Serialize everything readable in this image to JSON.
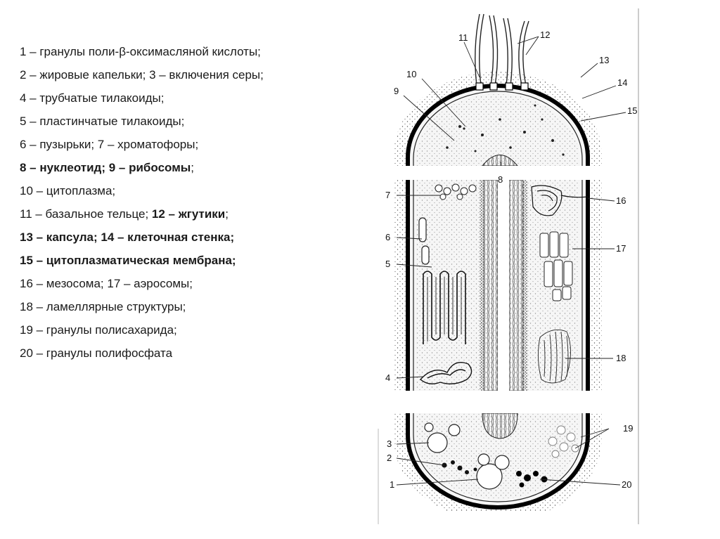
{
  "legend": [
    {
      "parts": [
        {
          "text": "1 – гранулы поли-β-оксимасляной кислоты;",
          "bold": false
        }
      ]
    },
    {
      "parts": [
        {
          "text": "2 – жировые капельки; 3 – включения серы;",
          "bold": false
        }
      ]
    },
    {
      "parts": [
        {
          "text": "4 –  трубчатые тилакоиды;",
          "bold": false
        }
      ]
    },
    {
      "parts": [
        {
          "text": " 5 – пластинчатые тилакоиды;",
          "bold": false
        }
      ]
    },
    {
      "parts": [
        {
          "text": "6 – пузырьки; 7 – хроматофоры;",
          "bold": false
        }
      ]
    },
    {
      "parts": [
        {
          "text": "8 – нуклеотид; 9 – рибосомы",
          "bold": true
        },
        {
          "text": ";",
          "bold": false
        }
      ]
    },
    {
      "parts": [
        {
          "text": "10 – цитоплазма;",
          "bold": false
        }
      ]
    },
    {
      "parts": [
        {
          "text": "11 – базальное тельце; ",
          "bold": false
        },
        {
          "text": "12 – жгутики",
          "bold": true
        },
        {
          "text": ";",
          "bold": false
        }
      ]
    },
    {
      "parts": [
        {
          "text": "13 – капсула; 14 – клеточная стенка;",
          "bold": true
        }
      ]
    },
    {
      "parts": [
        {
          "text": "15 – цитоплазматическая мембрана;",
          "bold": true
        }
      ]
    },
    {
      "parts": [
        {
          "text": "16 – мезосома; 17 – аэросомы;",
          "bold": false
        }
      ]
    },
    {
      "parts": [
        {
          "text": "18 – ламеллярные структуры;",
          "bold": false
        }
      ]
    },
    {
      "parts": [
        {
          "text": "19 – гранулы полисахарида;",
          "bold": false
        }
      ]
    },
    {
      "parts": [
        {
          "text": "20 – гранулы полифосфата",
          "bold": false
        }
      ]
    }
  ],
  "diagram": {
    "labels": {
      "l1": "1",
      "l2": "2",
      "l3": "3",
      "l4": "4",
      "l5": "5",
      "l6": "6",
      "l7": "7",
      "l8": "8",
      "l9": "9",
      "l10": "10",
      "l11": "11",
      "l12": "12",
      "l13": "13",
      "l14": "14",
      "l15": "15",
      "l16": "16",
      "l17": "17",
      "l18": "18",
      "l19": "19",
      "l20": "20"
    }
  }
}
